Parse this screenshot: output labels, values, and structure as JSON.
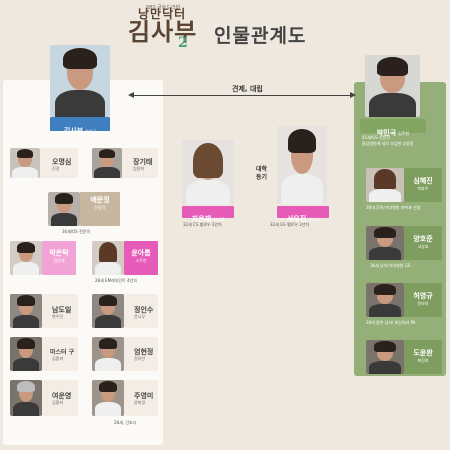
{
  "header": {
    "logo_small": "SBS 금토드라마",
    "logo_line1": "낭만닥터",
    "logo_line2": "김사부",
    "logo_num": "2",
    "title": "인물관계도"
  },
  "relation": {
    "left_right": "견제, 대립",
    "college": "대학\n동기"
  },
  "main_left": {
    "name": "김사부",
    "actor": "한석규"
  },
  "main_right": {
    "name": "박민국",
    "actor": "김주헌"
  },
  "right_desc": "45세/GS 전문의\n돌담병원에 새로 부임한 부원장",
  "center": [
    {
      "name": "차은재",
      "actor": "이성경",
      "desc": "32세 CS 펠로우 2년차"
    },
    {
      "name": "서우진",
      "actor": "안효섭",
      "desc": "32세 GS 펠로우 2년차"
    }
  ],
  "left_people": [
    {
      "name": "오명심",
      "actor": "진경"
    },
    {
      "name": "장기태",
      "actor": "임원희"
    },
    {
      "name": "배문정",
      "actor": "신동욱",
      "desc": "36세/OS 전문의"
    },
    {
      "name": "박은탁",
      "actor": "김민재"
    },
    {
      "name": "윤아름",
      "actor": "소주연",
      "desc": "28세 EM레지던트 4년차"
    },
    {
      "name": "남도일",
      "actor": "변우민"
    },
    {
      "name": "정인수",
      "actor": "윤나무"
    },
    {
      "name": "마스터 구",
      "actor": "김홍파"
    },
    {
      "name": "엄현정",
      "actor": "정지안"
    },
    {
      "name": "여운영",
      "actor": "김홍파"
    },
    {
      "name": "주영미",
      "actor": "양희경",
      "desc": "28세, 간호사"
    }
  ],
  "right_people": [
    {
      "name": "심혜진",
      "actor": "박효주",
      "desc": "30대 후반/거대병원 마취과 선생"
    },
    {
      "name": "양호준",
      "actor": "고상호",
      "desc": "36세 남자/거대병원 GS"
    },
    {
      "name": "허영규",
      "actor": "윤보라",
      "desc": "30대 중반 남자/ 외상외과 PA"
    },
    {
      "name": "도윤완",
      "actor": "최진호"
    }
  ]
}
